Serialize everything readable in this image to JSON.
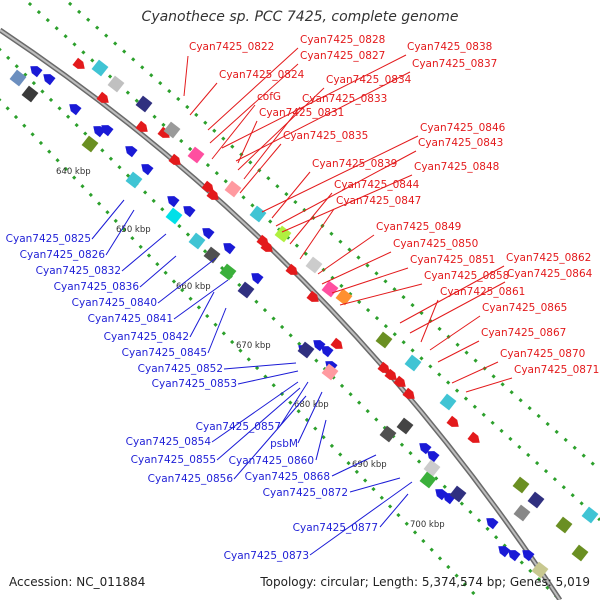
{
  "title": "Cyanothece sp. PCC 7425, complete genome",
  "footer": {
    "accession": "Accession: NC_011884",
    "topology": "Topology: circular; Length: 5,374,574 bp; Genes: 5,019"
  },
  "colors": {
    "forward": "#e31a1c",
    "reverse": "#1a1ad6",
    "backbone": "#8a8a8a"
  },
  "ticks": [
    "640 kbp",
    "650 kbp",
    "660 kbp",
    "670 kbp",
    "680 kbp",
    "690 kbp",
    "700 kbp"
  ],
  "red_labels": [
    "Cyan7425_0822",
    "Cyan7425_0828",
    "Cyan7425_0838",
    "Cyan7425_0827",
    "Cyan7425_0837",
    "Cyan7425_0824",
    "Cyan7425_0834",
    "cofG",
    "Cyan7425_0833",
    "Cyan7425_0831",
    "Cyan7425_0846",
    "Cyan7425_0835",
    "Cyan7425_0843",
    "Cyan7425_0839",
    "Cyan7425_0848",
    "Cyan7425_0844",
    "Cyan7425_0847",
    "Cyan7425_0849",
    "Cyan7425_0850",
    "Cyan7425_0851",
    "Cyan7425_0862",
    "Cyan7425_0858",
    "Cyan7425_0864",
    "Cyan7425_0861",
    "Cyan7425_0865",
    "Cyan7425_0867",
    "Cyan7425_0870",
    "Cyan7425_0871"
  ],
  "blue_labels": [
    "Cyan7425_0825",
    "Cyan7425_0826",
    "Cyan7425_0832",
    "Cyan7425_0836",
    "Cyan7425_0840",
    "Cyan7425_0841",
    "Cyan7425_0842",
    "Cyan7425_0845",
    "Cyan7425_0852",
    "Cyan7425_0853",
    "Cyan7425_0857",
    "Cyan7425_0854",
    "psbM",
    "Cyan7425_0855",
    "Cyan7425_0860",
    "Cyan7425_0856",
    "Cyan7425_0868",
    "Cyan7425_0872",
    "Cyan7425_0877",
    "Cyan7425_0873"
  ]
}
